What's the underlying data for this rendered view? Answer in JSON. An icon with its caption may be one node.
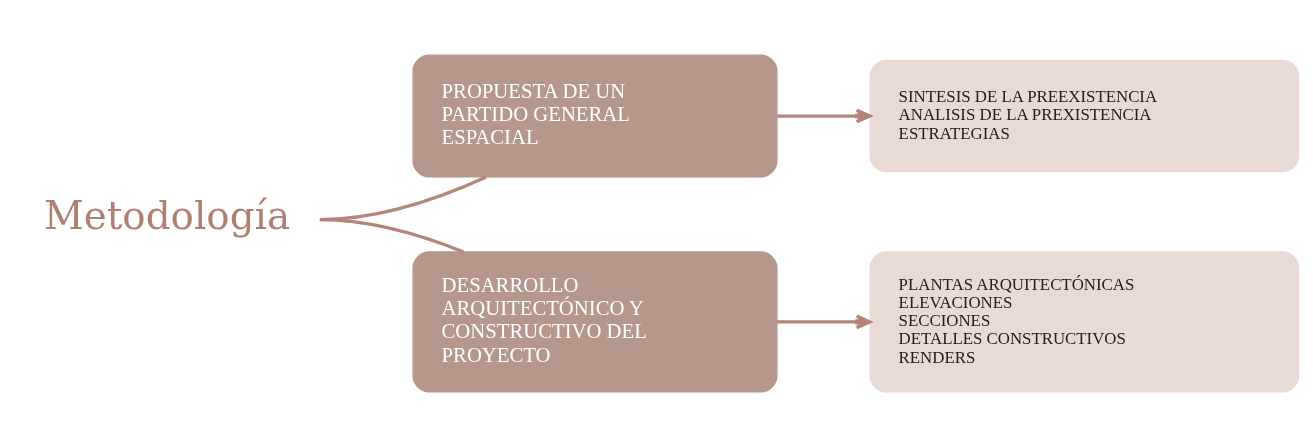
{
  "diagram": {
    "nodes": [
      {
        "text": [
          "Metodología"
        ]
      },
      {
        "text": [
          "PROPUESTA DE UN PARTIDO GENERAL ESPACIAL"
        ]
      },
      {
        "text": [
          "SINTESIS DE LA PREEXISTENCIA",
          "ANALISIS DE LA PREXISTENCIA",
          "ESTRATEGIAS"
        ]
      },
      {
        "text": [
          "DESARROLLO ARQUITECTÓNICO Y CONSTRUCTIVO DEL PROYECTO"
        ]
      },
      {
        "text": [
          "PLANTAS ARQUITECTÓNICAS",
          "ELEVACIONES",
          "SECCIONES",
          "DETALLES CONSTRUCTIVOS",
          "RENDERS"
        ]
      }
    ],
    "edges": [
      {
        "from": 0,
        "to": 1,
        "arrow": "none"
      },
      {
        "from": 0,
        "to": 3,
        "arrow": "none"
      },
      {
        "from": 1,
        "to": 2,
        "arrow": "to"
      },
      {
        "from": 3,
        "to": 4,
        "arrow": "to"
      }
    ]
  }
}
